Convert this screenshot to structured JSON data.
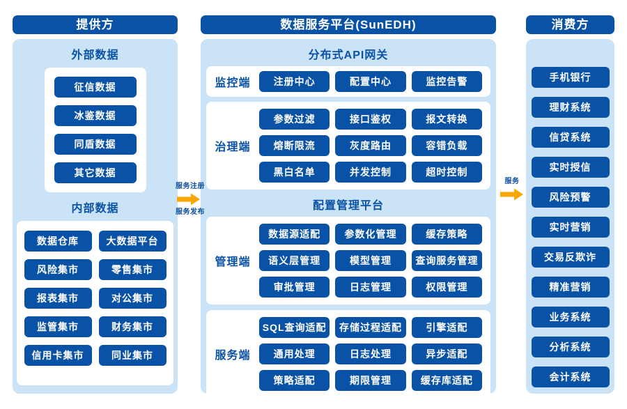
{
  "provider": {
    "header": "提供方",
    "external": {
      "title": "外部数据",
      "items": [
        "征信数据",
        "冰鉴数据",
        "同盾数据",
        "其它数据"
      ]
    },
    "internal": {
      "title": "内部数据",
      "items": [
        "数据仓库",
        "大数据平台",
        "风险集市",
        "零售集市",
        "报表集市",
        "对公集市",
        "监管集市",
        "财务集市",
        "信用卡集市",
        "同业集市"
      ]
    }
  },
  "platform": {
    "header": "数据服务平台(SunEDH)",
    "gateway": {
      "title": "分布式API网关",
      "monitor": {
        "label": "监控端",
        "items": [
          "注册中心",
          "配置中心",
          "监控告警"
        ]
      },
      "governance": {
        "label": "治理端",
        "items": [
          "参数过滤",
          "接口鉴权",
          "报文转换",
          "熔断限流",
          "灰度路由",
          "容错负载",
          "黑白名单",
          "并发控制",
          "超时控制"
        ]
      }
    },
    "config": {
      "title": "配置管理平台",
      "management": {
        "label": "管理端",
        "items": [
          "数据源适配",
          "参数化管理",
          "缓存策略",
          "语义层管理",
          "模型管理",
          "查询服务管理",
          "审批管理",
          "日志管理",
          "权限管理"
        ]
      },
      "service": {
        "label": "服务端",
        "items": [
          "SQL查询适配",
          "存储过程适配",
          "引擎适配",
          "通用处理",
          "日志处理",
          "异步适配",
          "策略适配",
          "期限管理",
          "缓存库适配"
        ]
      }
    }
  },
  "consumer": {
    "header": "消费方",
    "items": [
      "手机银行",
      "理财系统",
      "信贷系统",
      "实时授信",
      "风险预警",
      "实时营销",
      "交易反欺诈",
      "精准营销",
      "业务系统",
      "分析系统",
      "会计系统"
    ]
  },
  "arrows": {
    "left": {
      "top_label": "服务注册",
      "bottom_label": "服务发布"
    },
    "right": {
      "label": "服务"
    }
  },
  "colors": {
    "deep_blue": "#0A52A5",
    "panel_blue": "#CBE3F7",
    "arrow_orange": "#F8A600",
    "white": "#FFFFFF"
  }
}
